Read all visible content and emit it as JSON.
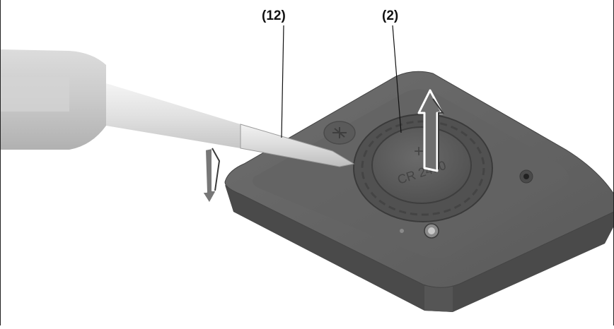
{
  "callouts": {
    "screwdriver_label": "(12)",
    "battery_cover_label": "(2)"
  },
  "battery_cover": {
    "text_line1": "CR 2430",
    "symbol": "+"
  },
  "colors": {
    "device_body": "#5d5d5d",
    "device_top": "#666666",
    "screwdriver_handle": "#c9c9c9",
    "arrow_fill": "#777777",
    "callout_text": "#111111"
  }
}
